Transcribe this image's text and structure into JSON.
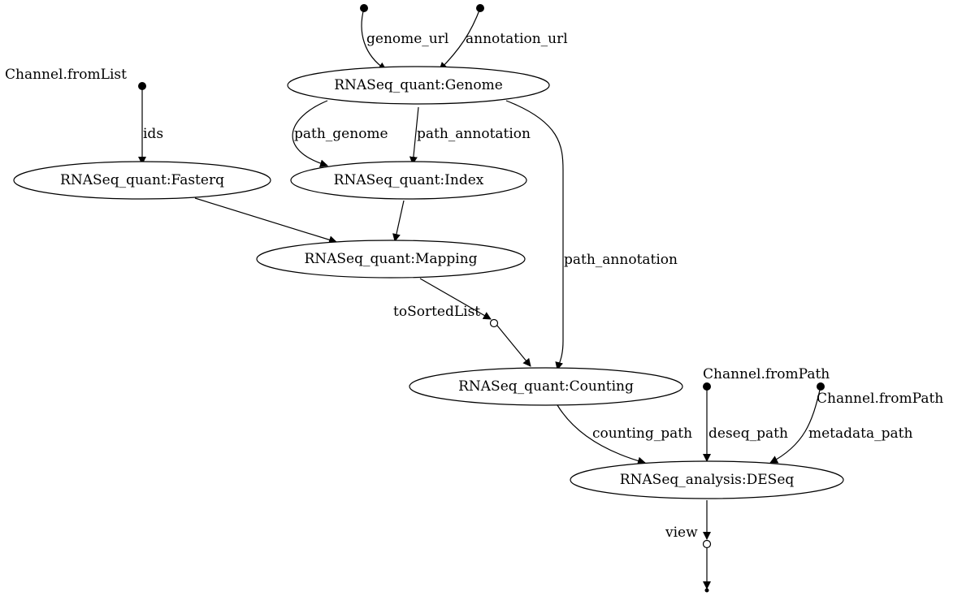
{
  "nodes": {
    "genome": "RNASeq_quant:Genome",
    "fasterq": "RNASeq_quant:Fasterq",
    "index": "RNASeq_quant:Index",
    "mapping": "RNASeq_quant:Mapping",
    "counting": "RNASeq_quant:Counting",
    "deseq": "RNASeq_analysis:DESeq"
  },
  "sources": {
    "fromlist": "Channel.fromList",
    "frompath_1": "Channel.fromPath",
    "frompath_2": "Channel.fromPath"
  },
  "operators": {
    "to_sorted_list": "toSortedList",
    "view": "view"
  },
  "edges": {
    "genome_url": "genome_url",
    "annotation_url": "annotation_url",
    "ids": "ids",
    "path_genome": "path_genome",
    "path_annotation_index": "path_annotation",
    "path_annotation_counting": "path_annotation",
    "counting_path": "counting_path",
    "deseq_path": "deseq_path",
    "metadata_path": "metadata_path"
  }
}
